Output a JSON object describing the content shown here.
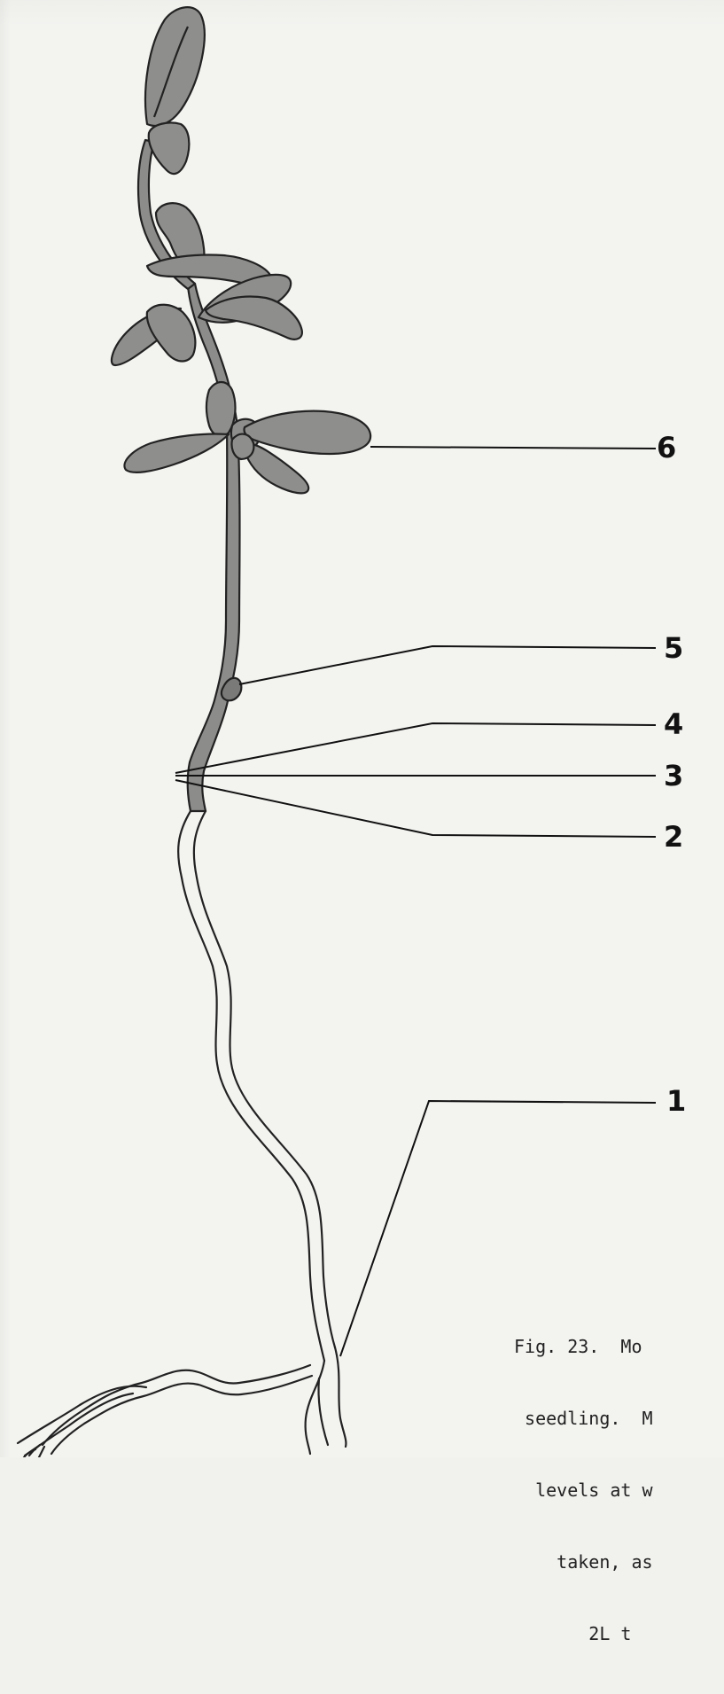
{
  "figure": {
    "labels": [
      "1",
      "2",
      "3",
      "4",
      "5",
      "6"
    ],
    "caption_lines": [
      "Fig. 23.  Mo",
      " seedling.  M",
      "  levels at w",
      "    taken, as",
      "       2L t"
    ]
  }
}
